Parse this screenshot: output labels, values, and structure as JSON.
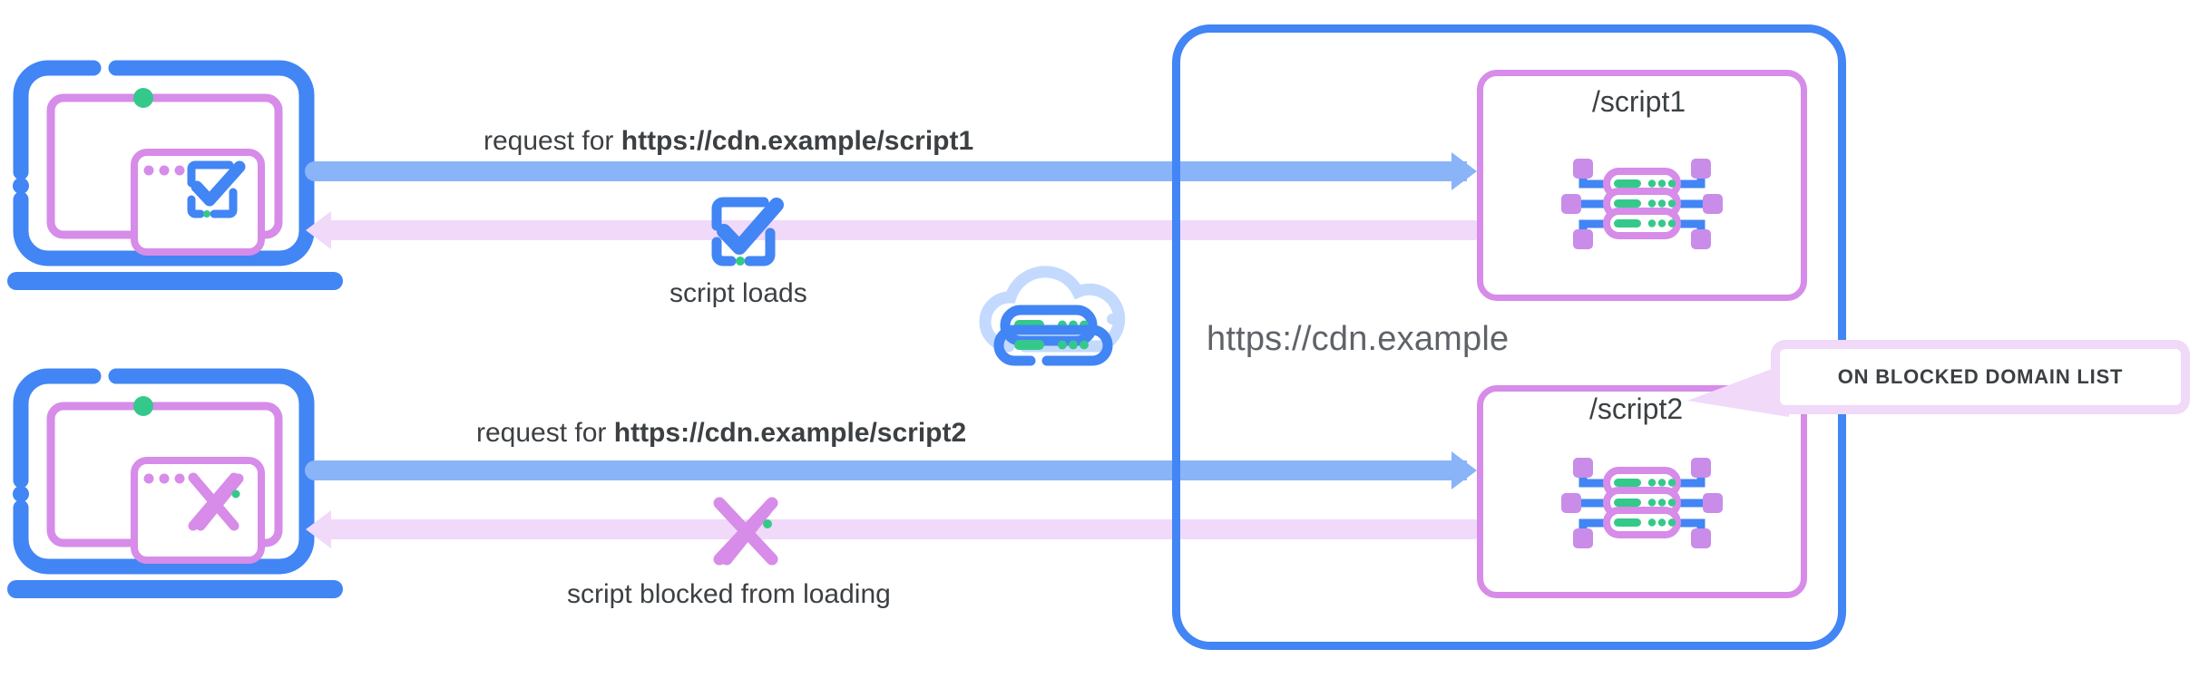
{
  "diagram": {
    "title_hidden": "",
    "colors": {
      "blue": "#4285f4",
      "light_blue": "#8ab4f8",
      "purple": "#d68ce8",
      "light_purple": "#f0d9f9",
      "green": "#34c98a",
      "text": "#3c4043"
    }
  },
  "flows": [
    {
      "id": "allowed",
      "request_prefix": "request for ",
      "request_url": "https://cdn.example/script1",
      "result_label": "script loads",
      "client_icon": "checkbox-checked-icon",
      "result_icon": "checkbox-checked-icon"
    },
    {
      "id": "blocked",
      "request_prefix": "request for ",
      "request_url": "https://cdn.example/script2",
      "result_label": "script blocked from loading",
      "client_icon": "x-cross-icon",
      "result_icon": "x-cross-icon"
    }
  ],
  "cdn": {
    "domain_label": "https://cdn.example",
    "cloud_icon": "cloud-server-icon",
    "resources": [
      {
        "path_label": "/script1",
        "icon": "server-rack-icon",
        "blocked": false
      },
      {
        "path_label": "/script2",
        "icon": "server-rack-icon",
        "blocked": true
      }
    ],
    "callout": {
      "text": "ON BLOCKED DOMAIN LIST",
      "points_to": "/script2"
    }
  }
}
